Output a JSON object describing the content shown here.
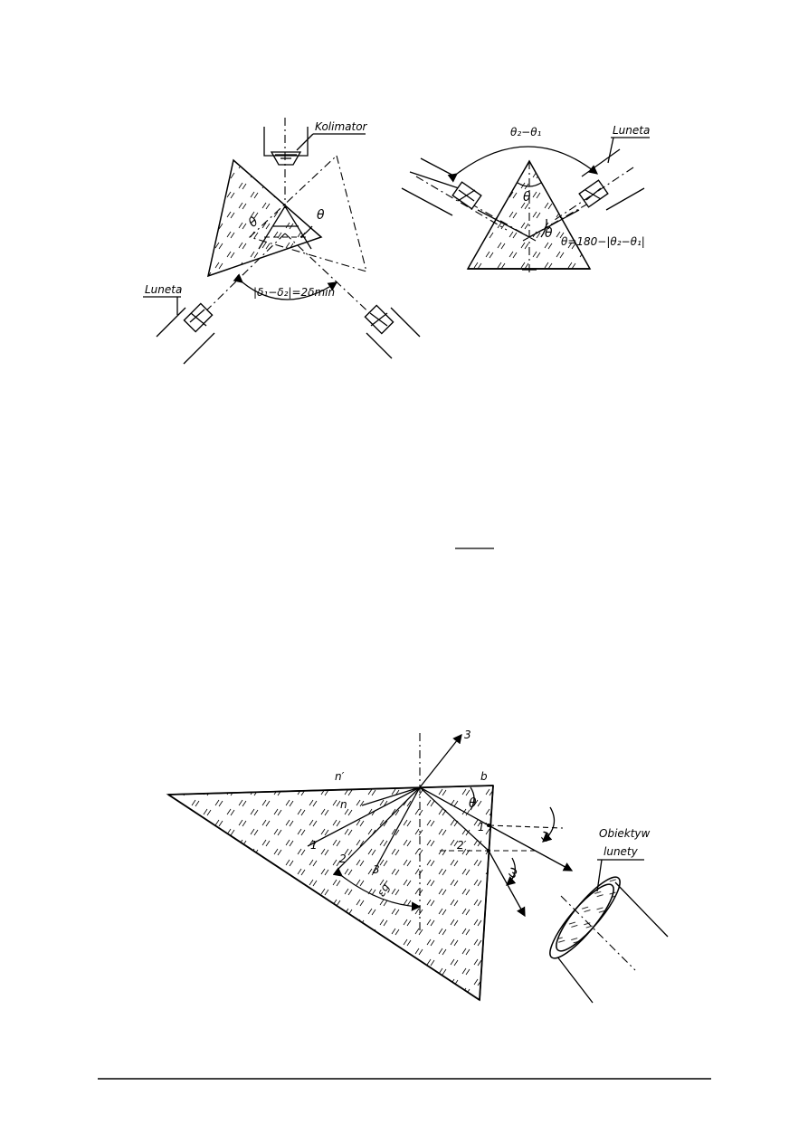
{
  "figure_a": {
    "collimator_label": "Kolimator",
    "telescope_label": "Luneta",
    "angle_theta": "θ",
    "deviation_label": "|δ₁−δ₂|=2δmin"
  },
  "figure_b": {
    "telescope_label": "Luneta",
    "angle_top": "θ₂−θ₁",
    "angle_theta": "θ",
    "formula": "θ=180−|θ₂−θ₁|"
  },
  "figure_c": {
    "ray_3": "3",
    "label_n_prime": "n′",
    "label_n": "n",
    "label_b": "b",
    "ray_1": "1",
    "ray_2": "2",
    "ray_3_inside": "3",
    "eps_label": "εg",
    "theta_label": "θ",
    "label_1_prime": "1′",
    "label_2_prime": "2′",
    "omega": "ω",
    "objective_label_1": "Obiektyw",
    "objective_label_2": "lunety"
  }
}
